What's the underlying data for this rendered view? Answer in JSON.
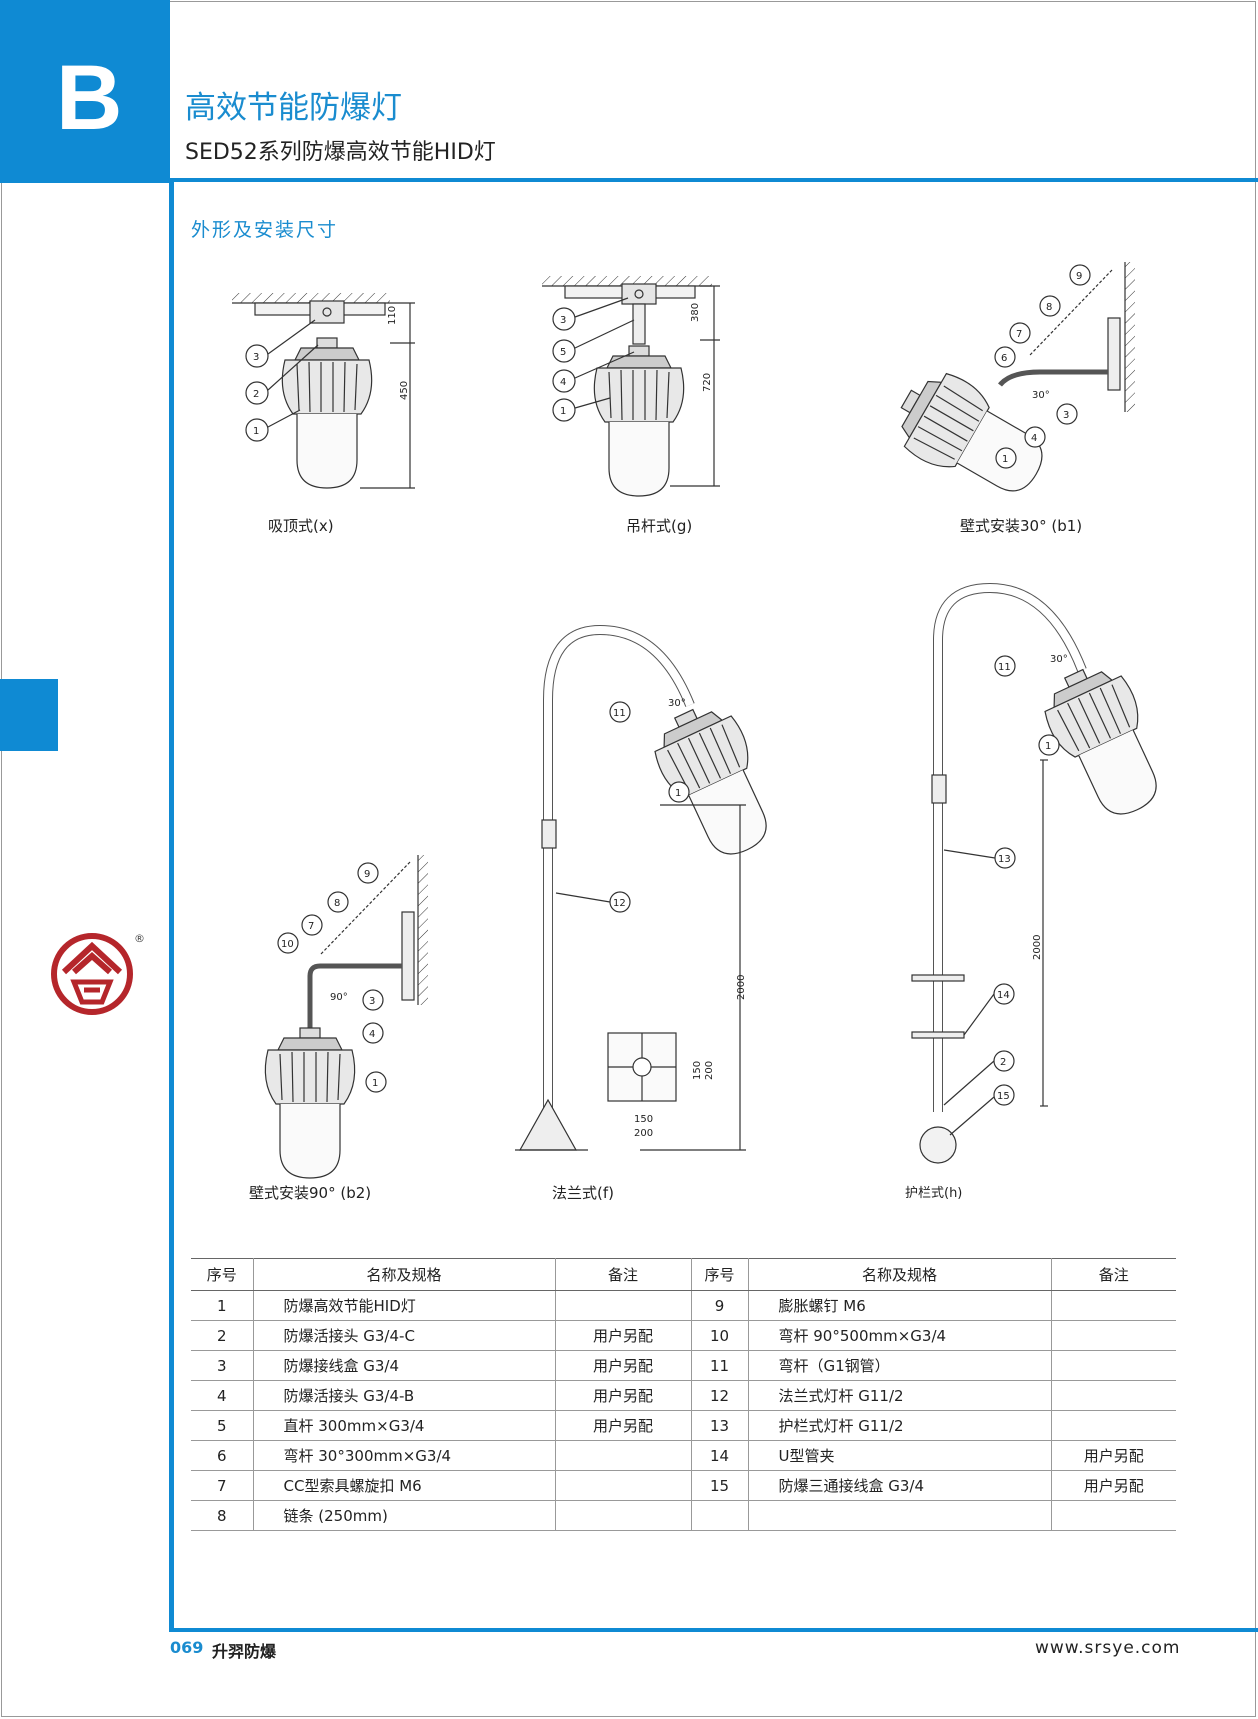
{
  "header": {
    "letter": "B",
    "title": "高效节能防爆灯",
    "subtitle": "SED52系列防爆高效节能HID灯"
  },
  "section_title": "外形及安装尺寸",
  "figures": {
    "x": {
      "caption": "吸顶式(x)",
      "dims": [
        "110",
        "450"
      ],
      "callouts": [
        "3",
        "2",
        "1"
      ]
    },
    "g": {
      "caption": "吊杆式(g)",
      "dims": [
        "380",
        "720"
      ],
      "callouts": [
        "3",
        "5",
        "4",
        "1"
      ]
    },
    "b1": {
      "caption": "壁式安装30°  (b1)",
      "angle": "30°",
      "callouts": [
        "9",
        "8",
        "7",
        "6",
        "4",
        "3",
        "1"
      ]
    },
    "b2": {
      "caption": "壁式安装90°  (b2)",
      "angle": "90°",
      "callouts": [
        "9",
        "8",
        "7",
        "10",
        "3",
        "4",
        "1"
      ]
    },
    "f": {
      "caption": "法兰式(f)",
      "angle": "30°",
      "dims": [
        "2000",
        "150",
        "200",
        "150",
        "200"
      ],
      "callouts": [
        "11",
        "1",
        "12"
      ]
    },
    "h": {
      "caption": "护栏式(h)",
      "angle": "30°",
      "dims": [
        "2000"
      ],
      "callouts": [
        "11",
        "1",
        "13",
        "14",
        "2",
        "15"
      ]
    }
  },
  "table": {
    "headers": [
      "序号",
      "名称及规格",
      "备注",
      "序号",
      "名称及规格",
      "备注"
    ],
    "rows": [
      [
        "1",
        "防爆高效节能HID灯",
        "",
        "9",
        "膨胀螺钉  M6",
        ""
      ],
      [
        "2",
        "防爆活接头 G3/4-C",
        "用户另配",
        "10",
        "弯杆 90°500mm×G3/4",
        ""
      ],
      [
        "3",
        "防爆接线盒 G3/4",
        "用户另配",
        "11",
        "弯杆（G1钢管）",
        ""
      ],
      [
        "4",
        "防爆活接头 G3/4-B",
        "用户另配",
        "12",
        "法兰式灯杆 G11/2",
        ""
      ],
      [
        "5",
        "直杆 300mm×G3/4",
        "用户另配",
        "13",
        "护栏式灯杆 G11/2",
        ""
      ],
      [
        "6",
        "弯杆 30°300mm×G3/4",
        "",
        "14",
        "U型管夹",
        "用户另配"
      ],
      [
        "7",
        "CC型索具螺旋扣 M6",
        "",
        "15",
        "防爆三通接线盒 G3/4",
        "用户另配"
      ],
      [
        "8",
        "链条 (250mm)",
        "",
        "",
        "",
        ""
      ]
    ]
  },
  "logo": {
    "registered_mark": "®"
  },
  "footer": {
    "page_number": "069",
    "brand": "升羿防爆",
    "url": "www.srsye.com"
  },
  "colors": {
    "accent": "#0f8ad3",
    "logo_red": "#b5262b"
  }
}
